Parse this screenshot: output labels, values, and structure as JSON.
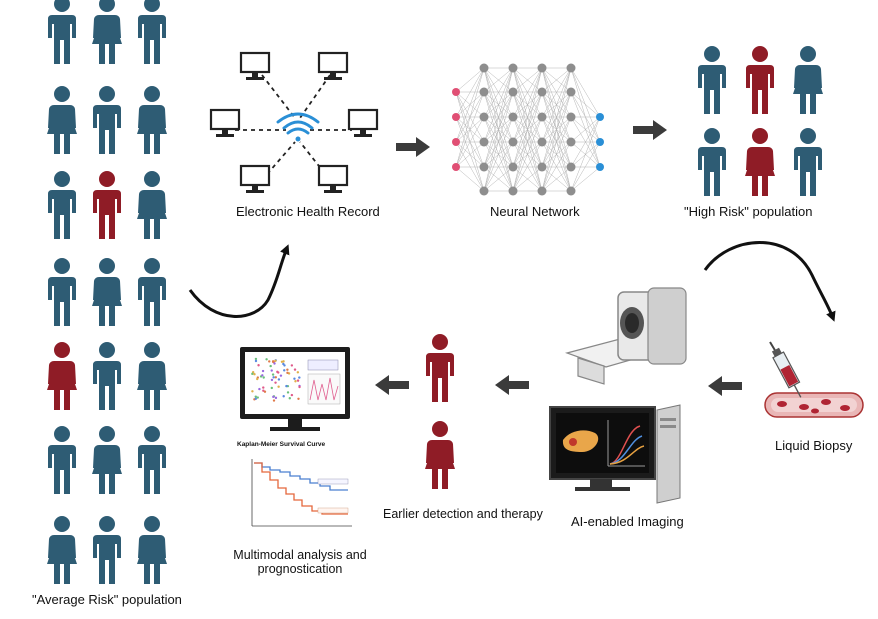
{
  "colors": {
    "teal_person": "#2e5c74",
    "red_person": "#8f1c26",
    "arrow_gray": "#3b3b3b",
    "wifi_blue": "#2a8fd6",
    "nn_input": "#e04f74",
    "nn_output": "#2a8fd6",
    "nn_hidden": "#8e8e8e"
  },
  "icons": [
    "person-icon",
    "computer-icon",
    "wifi-icon",
    "neural-network-icon",
    "mri-scanner-icon",
    "syringe-icon",
    "blood-vessel-icon",
    "desktop-computer-icon",
    "monitor-icon",
    "survival-chart-icon"
  ],
  "labels": {
    "average_risk": "\"Average Risk\" population",
    "ehr": "Electronic Health Record",
    "neural_network": "Neural Network",
    "high_risk": "\"High Risk\" population",
    "liquid_biopsy": "Liquid Biopsy",
    "ai_imaging": "AI-enabled Imaging",
    "earlier_detection": "Earlier detection and therapy",
    "multimodal_line1": "Multimodal analysis and",
    "multimodal_line2": "prognostication",
    "km_title": "Kaplan-Meier Survival Curve"
  }
}
